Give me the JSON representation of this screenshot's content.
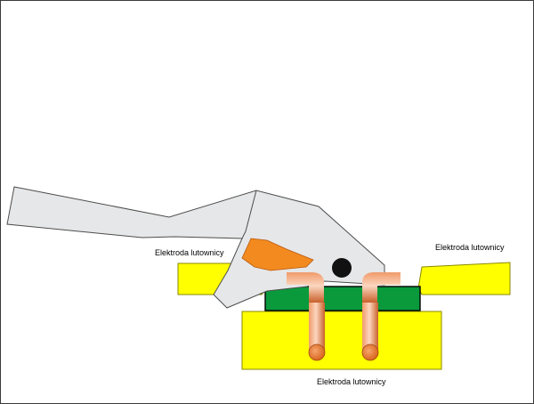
{
  "labels": {
    "left_electrode": "Elektroda lutownicy",
    "right_electrode": "Elektroda lutownicy",
    "bottom_electrode": "Elektroda lutownicy"
  },
  "colors": {
    "background": "#ffffff",
    "frame": "#3a3a3a",
    "electrode_fill": "#ffff00",
    "electrode_edge": "#8a8a00",
    "gripper_fill": "#e6e7e8",
    "gripper_edge": "#4d4d4d",
    "pcb_fill": "#0a9a3c",
    "pcb_edge": "#000000",
    "copper_light": "#fbd6bf",
    "copper_mid": "#f09a6a",
    "copper_dark": "#c8602b",
    "tip_fill": "#f28a1f",
    "pivot_fill": "#111111"
  },
  "icons": {
    "pivot": "pivot-pin-icon",
    "tip": "gripper-tip-icon"
  }
}
